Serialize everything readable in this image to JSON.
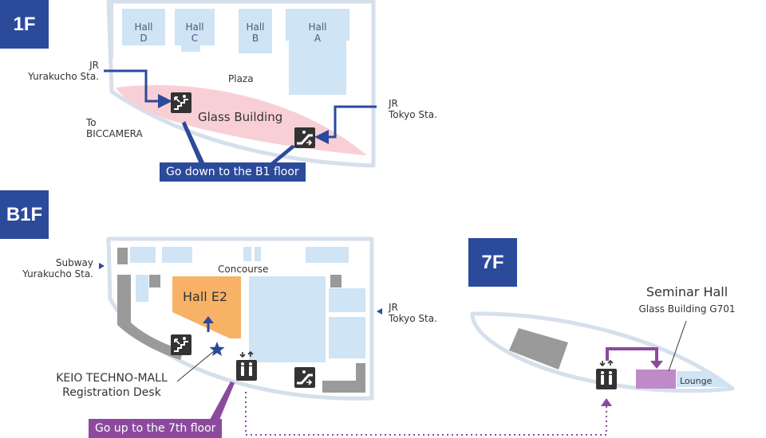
{
  "floors": {
    "f1": {
      "badge": "1F",
      "halls": [
        {
          "line1": "Hall",
          "line2": "D"
        },
        {
          "line1": "Hall",
          "line2": "C"
        },
        {
          "line1": "Hall",
          "line2": "B"
        },
        {
          "line1": "Hall",
          "line2": "A"
        }
      ],
      "plaza": "Plaza",
      "glass_building": "Glass Building",
      "jr_yurakucho": {
        "line1": "JR",
        "line2": "Yurakucho Sta."
      },
      "jr_tokyo": {
        "line1": "JR",
        "line2": "Tokyo Sta."
      },
      "biccamera": {
        "line1": "To",
        "line2": "BICCAMERA"
      },
      "callout": "Go down to the B1 floor"
    },
    "b1f": {
      "badge": "B1F",
      "subway": {
        "line1": "Subway",
        "line2": "Yurakucho Sta."
      },
      "concourse": "Concourse",
      "hall_e2": "Hall E2",
      "jr_tokyo": {
        "line1": "JR",
        "line2": "Tokyo Sta."
      },
      "registration": {
        "line1": "KEIO TECHNO-MALL",
        "line2": "Registration Desk"
      },
      "callout": "Go up to the 7th floor"
    },
    "f7": {
      "badge": "7F",
      "seminar_hall": "Seminar Hall",
      "seminar_room": "Glass Building G701",
      "lounge": "Lounge"
    }
  },
  "icons": [
    "stairs-icon",
    "escalator-icon",
    "elevator-icon",
    "star-icon",
    "arrow-icon"
  ],
  "colors": {
    "badge": "#2b4a9a",
    "route_blue": "#2b4a9a",
    "route_purple": "#8c4a9e",
    "glass_building": "#f9cfd6",
    "hall": "#cfe4f5",
    "hall_e2": "#f7b266",
    "seminar_hall": "#c08ac8",
    "wall": "#d6e0ec",
    "service": "#9a9a9a"
  }
}
